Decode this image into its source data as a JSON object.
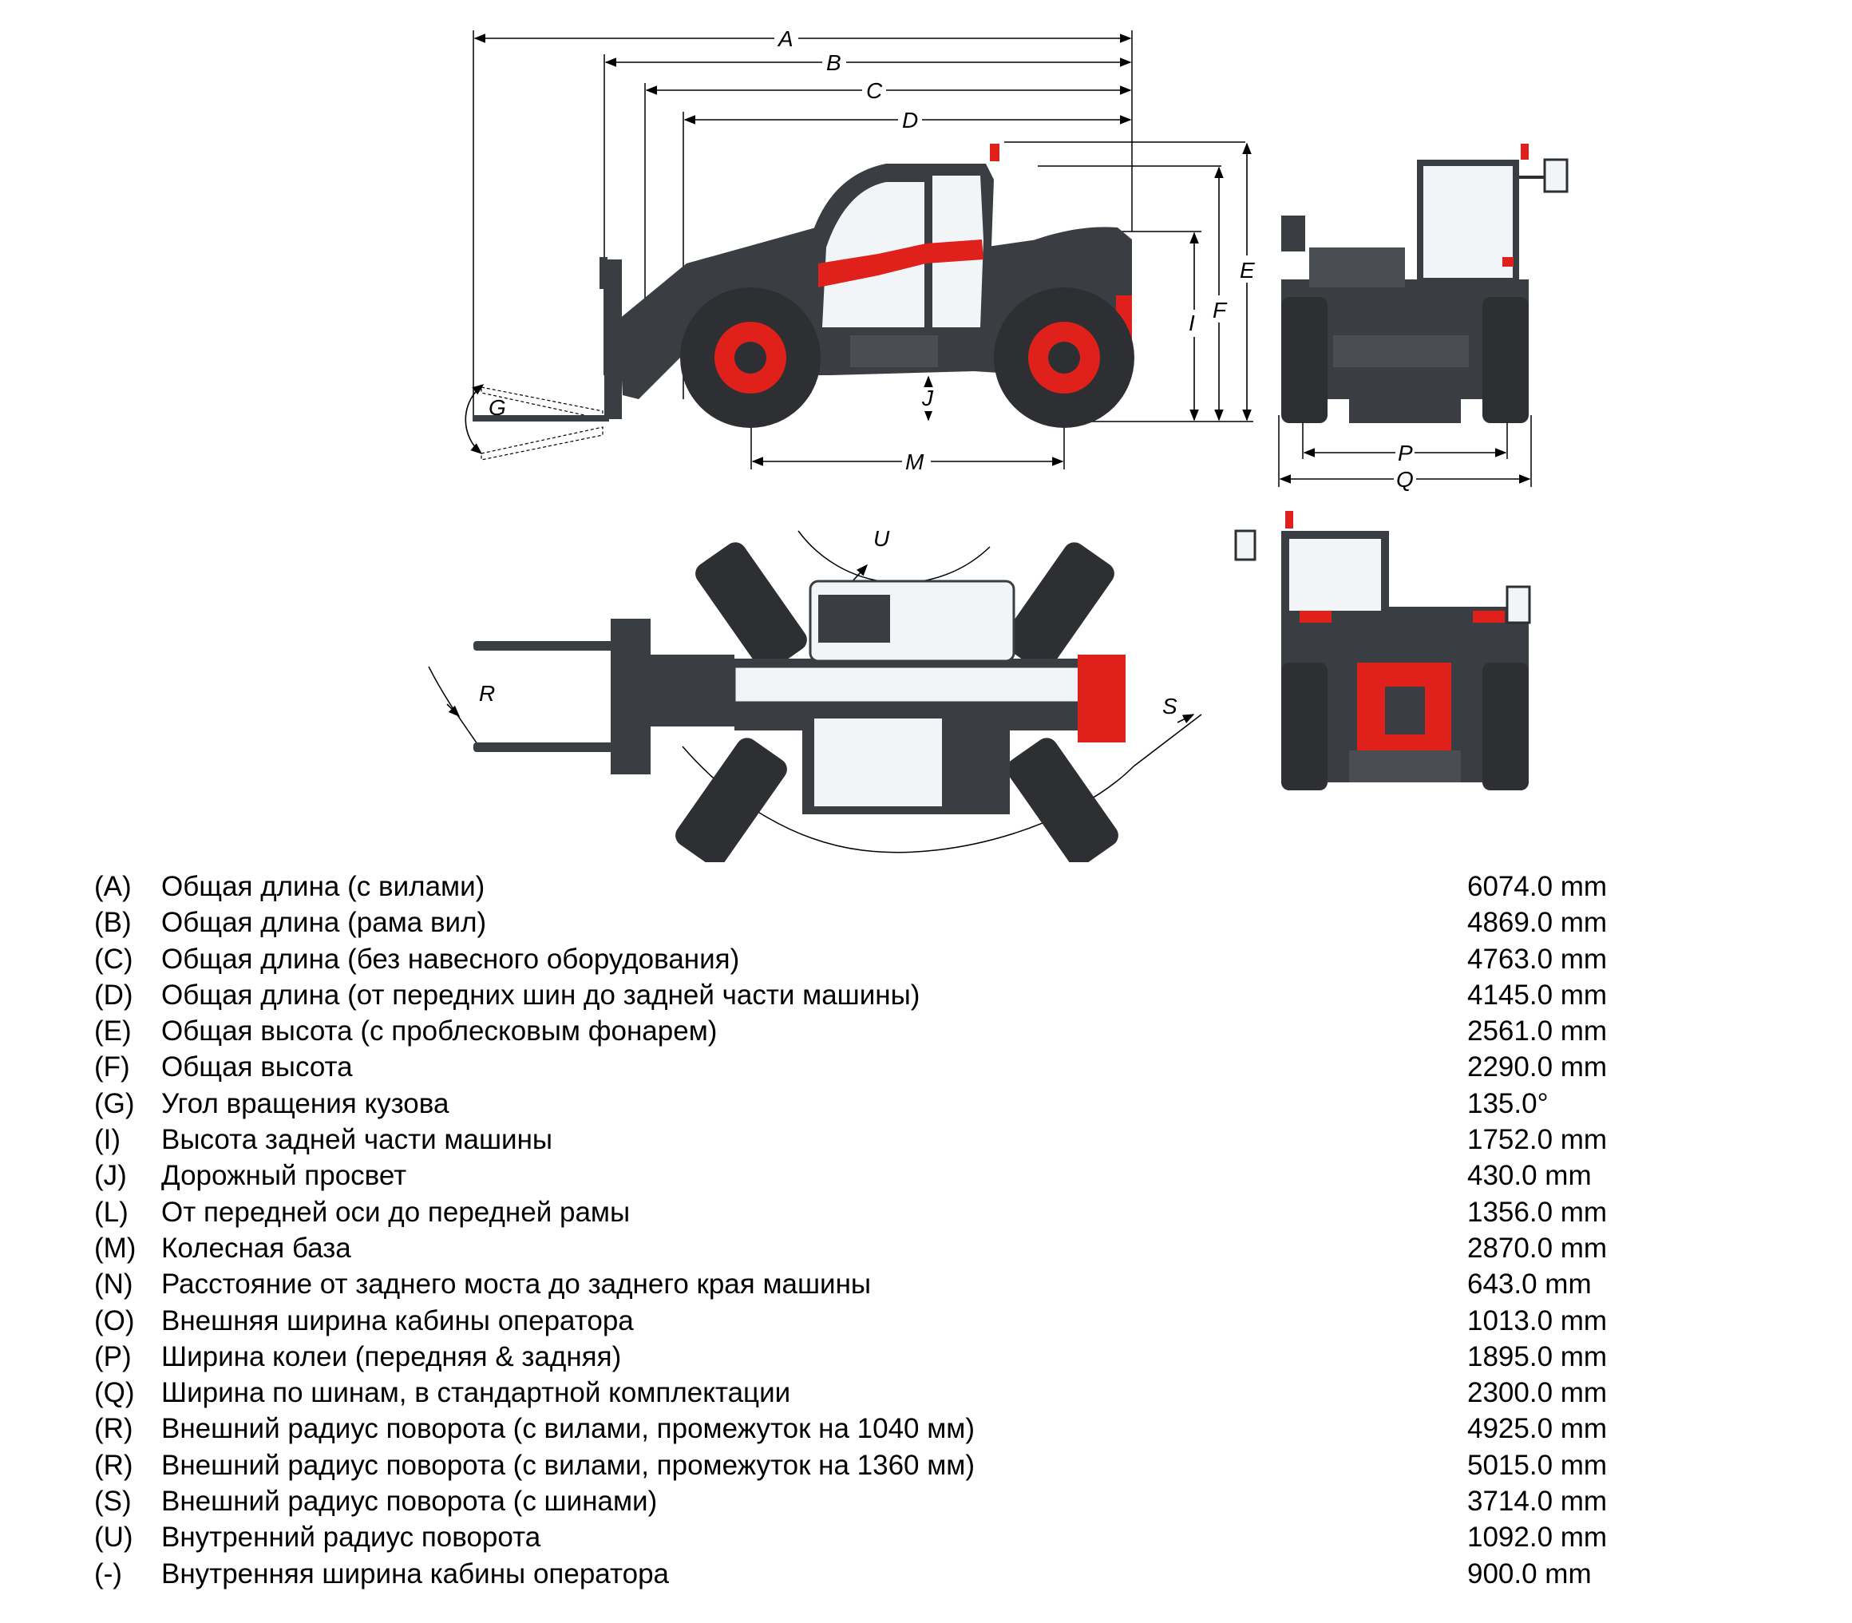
{
  "colors": {
    "machine_body": "#3a3d42",
    "accent_red": "#e0201b",
    "glass": "#f2f5f7",
    "tire": "#2e2f32",
    "line": "#000000"
  },
  "dimension_letters": {
    "A": "A",
    "B": "B",
    "C": "C",
    "D": "D",
    "E": "E",
    "F": "F",
    "G": "G",
    "I": "I",
    "J": "J",
    "M": "M",
    "P": "P",
    "Q": "Q",
    "R": "R",
    "S": "S",
    "U": "U"
  },
  "views": [
    "side-view",
    "front-view",
    "top-view",
    "rear-view"
  ],
  "specs": [
    {
      "code": "(A)",
      "description": "Общая длина (с вилами)",
      "value": "6074.0 mm"
    },
    {
      "code": "(B)",
      "description": "Общая длина (рама вил)",
      "value": "4869.0 mm"
    },
    {
      "code": "(C)",
      "description": "Общая длина (без навесного оборудования)",
      "value": "4763.0 mm"
    },
    {
      "code": "(D)",
      "description": "Общая длина (от передних шин до задней части машины)",
      "value": "4145.0 mm"
    },
    {
      "code": "(E)",
      "description": "Общая высота (с проблесковым фонарем)",
      "value": "2561.0 mm"
    },
    {
      "code": "(F)",
      "description": "Общая высота",
      "value": "2290.0 mm"
    },
    {
      "code": "(G)",
      "description": "Угол вращения кузова",
      "value": "135.0°"
    },
    {
      "code": "(I)",
      "description": "Высота задней части машины",
      "value": "1752.0 mm"
    },
    {
      "code": "(J)",
      "description": "Дорожный просвет",
      "value": "430.0 mm"
    },
    {
      "code": "(L)",
      "description": "От передней оси до передней рамы",
      "value": "1356.0 mm"
    },
    {
      "code": "(M)",
      "description": "Колесная база",
      "value": "2870.0 mm"
    },
    {
      "code": "(N)",
      "description": "Расстояние от заднего моста до заднего края машины",
      "value": "643.0 mm"
    },
    {
      "code": "(O)",
      "description": "Внешняя ширина кабины оператора",
      "value": "1013.0 mm"
    },
    {
      "code": "(P)",
      "description": "Ширина колеи (передняя & задняя)",
      "value": "1895.0 mm"
    },
    {
      "code": "(Q)",
      "description": "Ширина по шинам, в стандартной комплектации",
      "value": "2300.0 mm"
    },
    {
      "code": "(R)",
      "description": "Внешний радиус поворота (с вилами, промежуток на 1040 мм)",
      "value": "4925.0 mm"
    },
    {
      "code": "(R)",
      "description": "Внешний радиус поворота (с вилами, промежуток на 1360 мм)",
      "value": "5015.0 mm"
    },
    {
      "code": "(S)",
      "description": "Внешний радиус поворота (с шинами)",
      "value": "3714.0 mm"
    },
    {
      "code": "(U)",
      "description": "Внутренний радиус поворота",
      "value": "1092.0 mm"
    },
    {
      "code": "(-)",
      "description": "Внутренняя ширина кабины оператора",
      "value": "900.0 mm"
    }
  ]
}
